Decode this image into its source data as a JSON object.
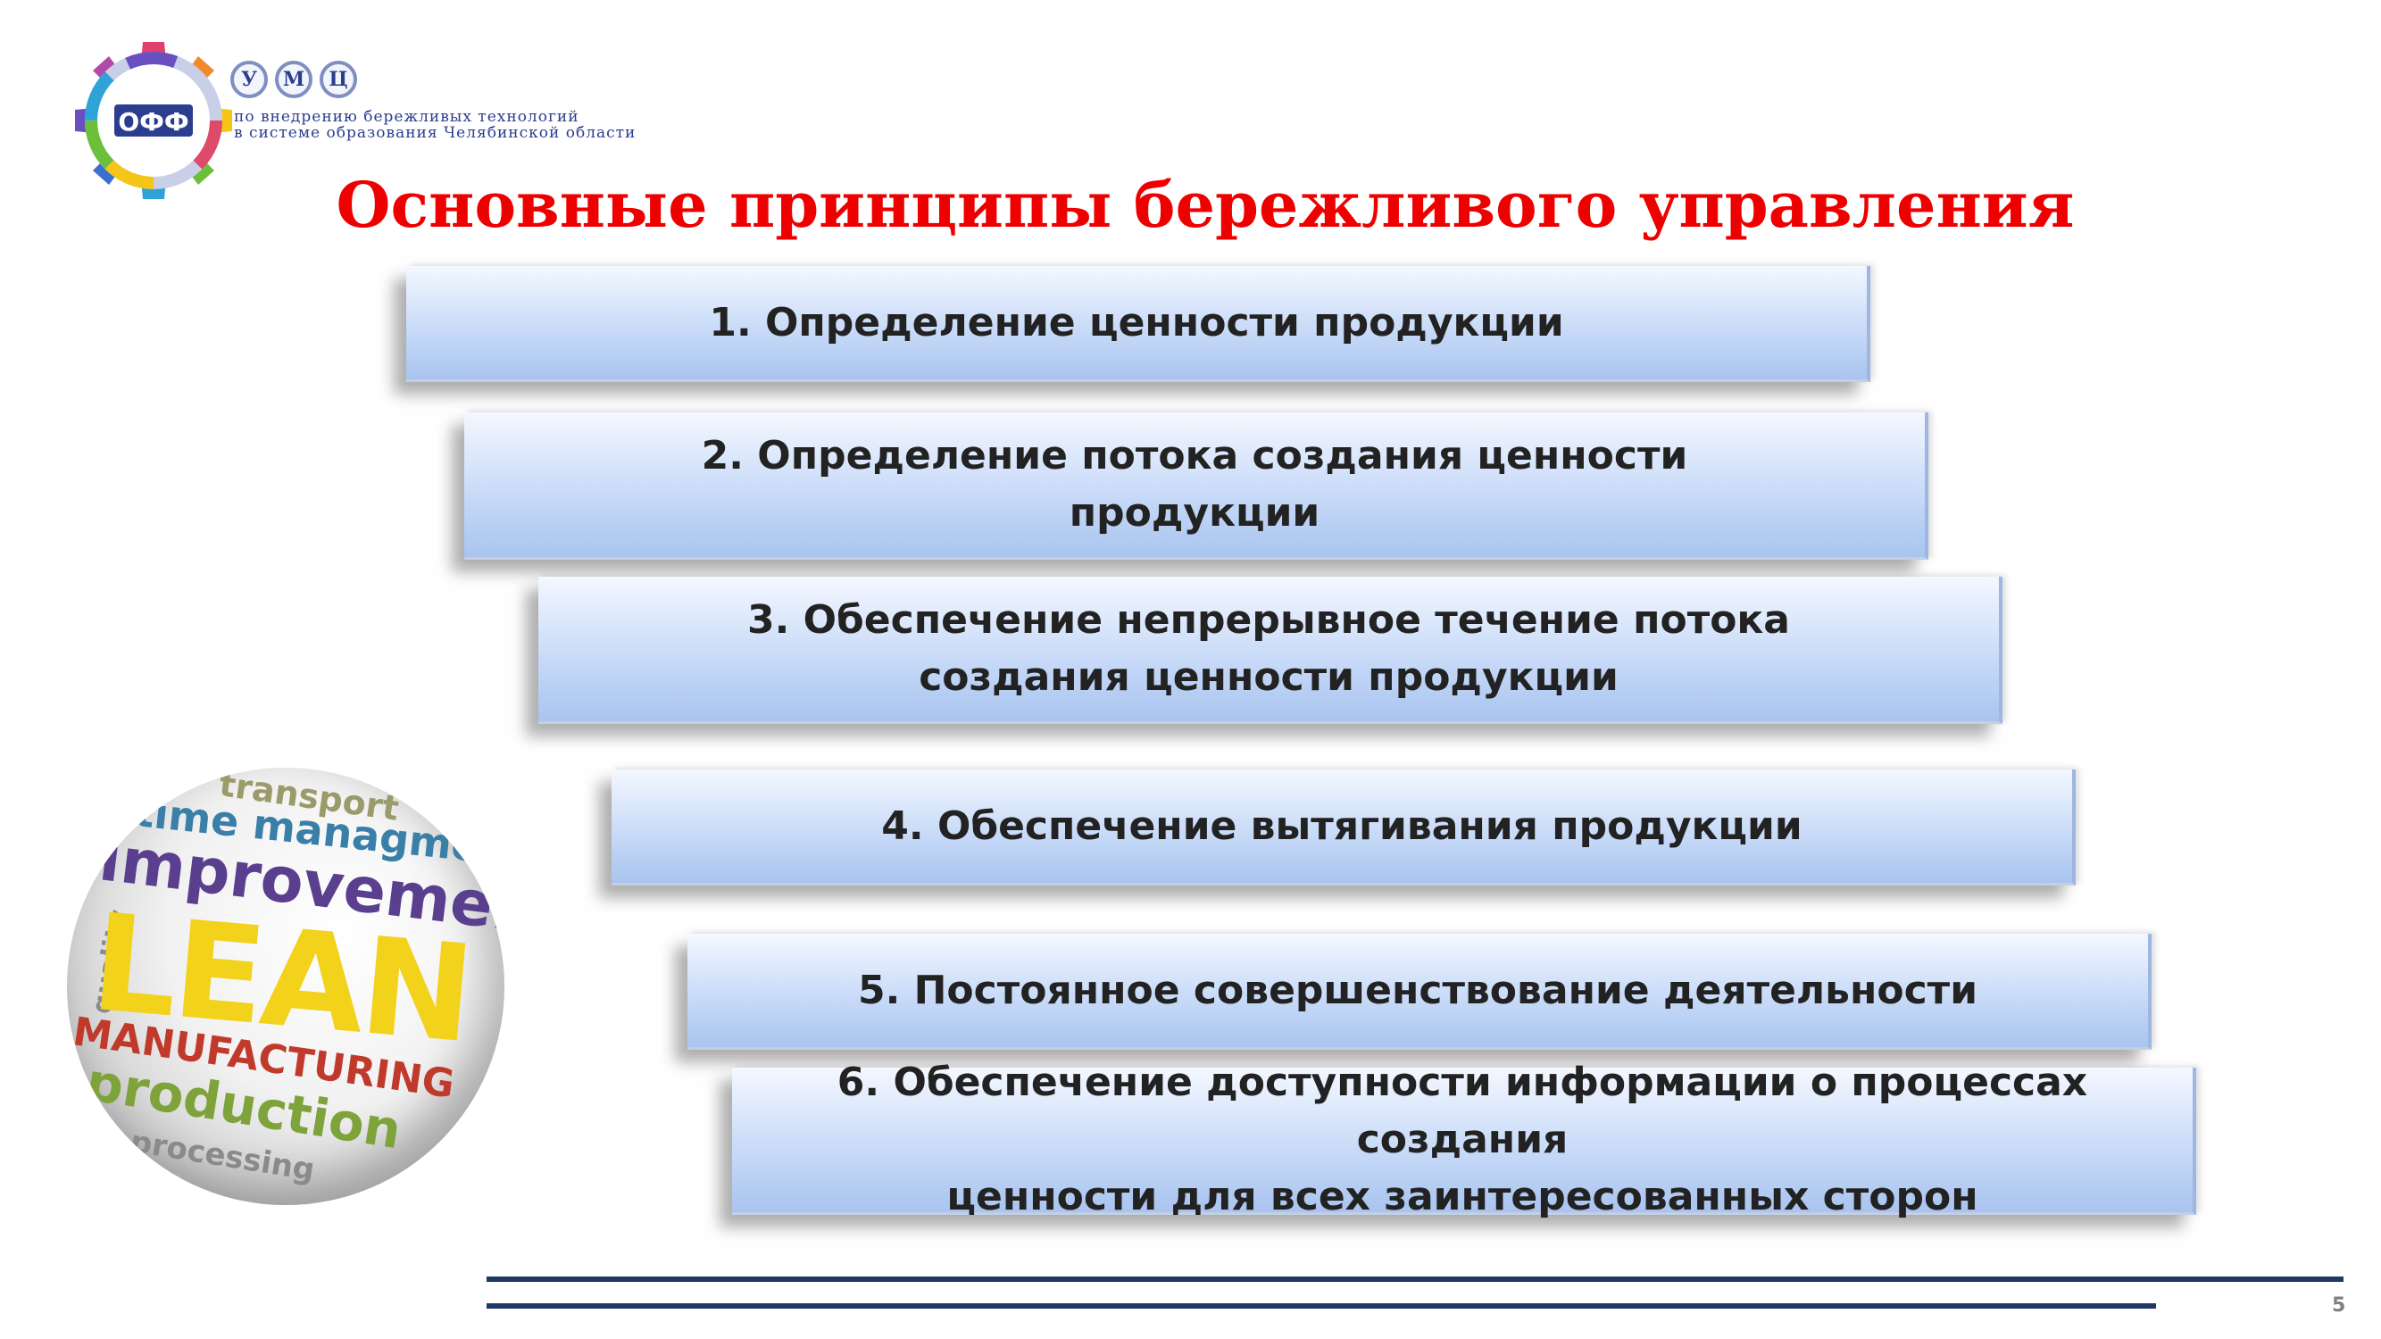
{
  "header": {
    "logo_letters": [
      "У",
      "М",
      "Ц"
    ],
    "logo_line1": "по внедрению бережливых технологий",
    "logo_line2": "в системе образования Челябинской области",
    "logo_mark": "ОФФ"
  },
  "title": "Основные принципы бережливого управления",
  "principles": [
    {
      "line1": "1. Определение ценности продукции",
      "line2": ""
    },
    {
      "line1": "2. Определение потока создания ценности",
      "line2": "продукции"
    },
    {
      "line1": "3. Обеспечение непрерывное течение потока",
      "line2": "создания ценности продукции"
    },
    {
      "line1": "4. Обеспечение вытягивания продукции",
      "line2": ""
    },
    {
      "line1": "5. Постоянное совершенствование деятельности",
      "line2": ""
    },
    {
      "line1": "6. Обеспечение доступности информации о процессах создания",
      "line2": "ценности для всех заинтересованных сторон"
    }
  ],
  "word_cloud": {
    "words": [
      "transport",
      "time managment",
      "improvement",
      "LEAN",
      "MANUFACTURING",
      "production",
      "processing",
      "quality"
    ],
    "colors": {
      "lean": "#f2d21b",
      "improvement": "#5a3f8f",
      "manufacturing": "#c0392b",
      "production": "#7ea33a",
      "time": "#3a7fa8",
      "transport": "#9a9a6a",
      "processing": "#8a8a8a"
    }
  },
  "footer": {
    "page_number": "5",
    "rule_color": "#1f3864"
  },
  "colors": {
    "title": "#ee0000",
    "step_text": "#222222"
  }
}
